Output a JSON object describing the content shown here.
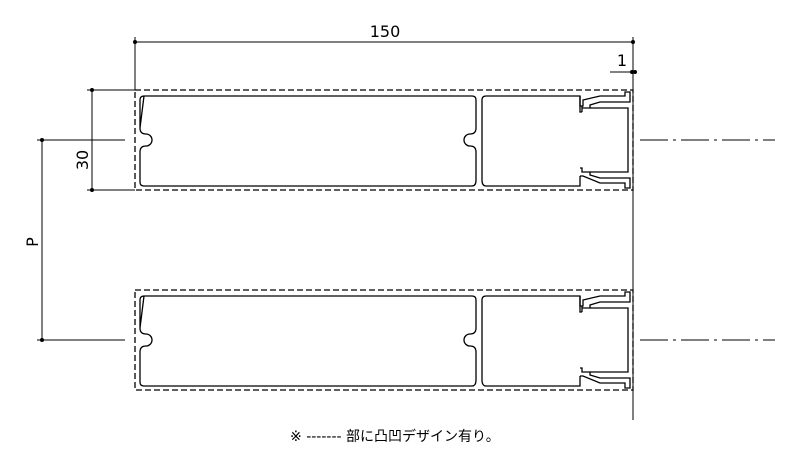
{
  "dimensions": {
    "width_label": "150",
    "thickness_label": "1",
    "height_label": "30",
    "pitch_label": "P"
  },
  "note": {
    "symbol": "※",
    "dash_sample": "-------",
    "text": "部に凸凹デザイン有り。"
  },
  "colors": {
    "line": "#000000",
    "background": "#ffffff"
  }
}
